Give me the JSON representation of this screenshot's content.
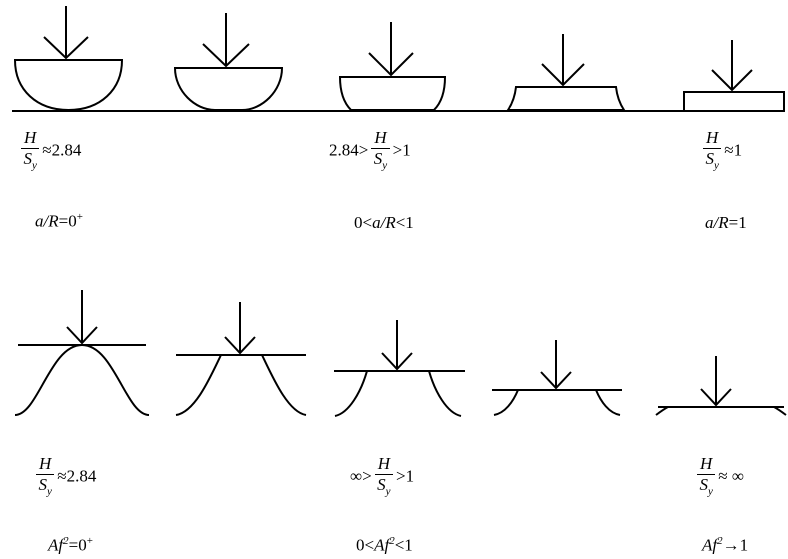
{
  "top_row": {
    "left_ratio": {
      "num": "H",
      "den": "S",
      "den_sub": "y",
      "suffix": "≈2.84"
    },
    "mid_ratio": {
      "prefix": "2.84>",
      "num": "H",
      "den": "S",
      "den_sub": "y",
      "suffix": ">1"
    },
    "right_ratio": {
      "num": "H",
      "den": "S",
      "den_sub": "y",
      "suffix": "≈1"
    },
    "left_cond": {
      "var": "a/R",
      "rest": "=0",
      "sup": "+"
    },
    "mid_cond": {
      "pre": "0<",
      "var": "a/R",
      "rest": "<1"
    },
    "right_cond": {
      "var": "a/R",
      "rest": "=1"
    }
  },
  "bottom_row": {
    "left_ratio": {
      "num": "H",
      "den": "S",
      "den_sub": "y",
      "suffix": "≈2.84"
    },
    "mid_ratio": {
      "prefix": "∞>",
      "num": "H",
      "den": "S",
      "den_sub": "y",
      "suffix": ">1"
    },
    "right_ratio": {
      "num": "H",
      "den": "S",
      "den_sub": "y",
      "suffix": "≈ ∞"
    },
    "left_cond": {
      "var": "Af",
      "sup": "2",
      "rest": "=0",
      "sup2": "+"
    },
    "mid_cond": {
      "pre": "0<",
      "var": "Af",
      "sup": "2",
      "rest": "<1"
    },
    "right_cond": {
      "var": "Af",
      "sup": "2",
      "rest": "→1"
    }
  }
}
